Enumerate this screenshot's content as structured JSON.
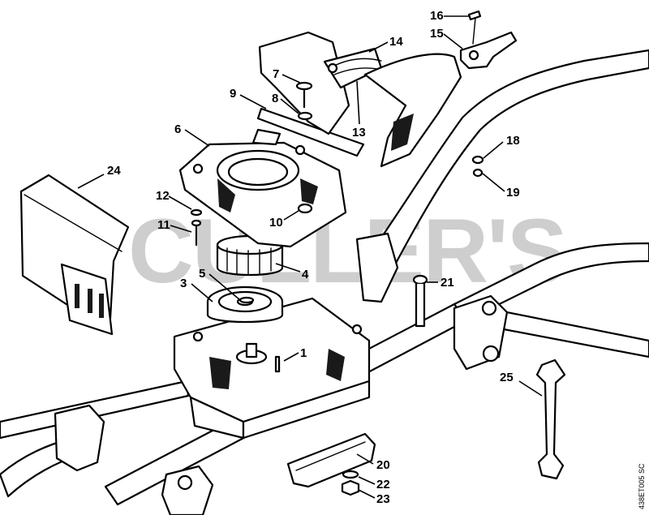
{
  "watermark": {
    "text": "CULLER'S"
  },
  "diagram": {
    "reference_code": "438ET005 SC",
    "callouts": [
      {
        "id": "1",
        "label": "1"
      },
      {
        "id": "3",
        "label": "3"
      },
      {
        "id": "4",
        "label": "4"
      },
      {
        "id": "5",
        "label": "5"
      },
      {
        "id": "6",
        "label": "6"
      },
      {
        "id": "7",
        "label": "7"
      },
      {
        "id": "8",
        "label": "8"
      },
      {
        "id": "9",
        "label": "9"
      },
      {
        "id": "10",
        "label": "10"
      },
      {
        "id": "11",
        "label": "11"
      },
      {
        "id": "12",
        "label": "12"
      },
      {
        "id": "13",
        "label": "13"
      },
      {
        "id": "14",
        "label": "14"
      },
      {
        "id": "15",
        "label": "15"
      },
      {
        "id": "16",
        "label": "16"
      },
      {
        "id": "18",
        "label": "18"
      },
      {
        "id": "19",
        "label": "19"
      },
      {
        "id": "20",
        "label": "20"
      },
      {
        "id": "21",
        "label": "21"
      },
      {
        "id": "22",
        "label": "22"
      },
      {
        "id": "23",
        "label": "23"
      },
      {
        "id": "24",
        "label": "24"
      },
      {
        "id": "25",
        "label": "25"
      }
    ]
  }
}
